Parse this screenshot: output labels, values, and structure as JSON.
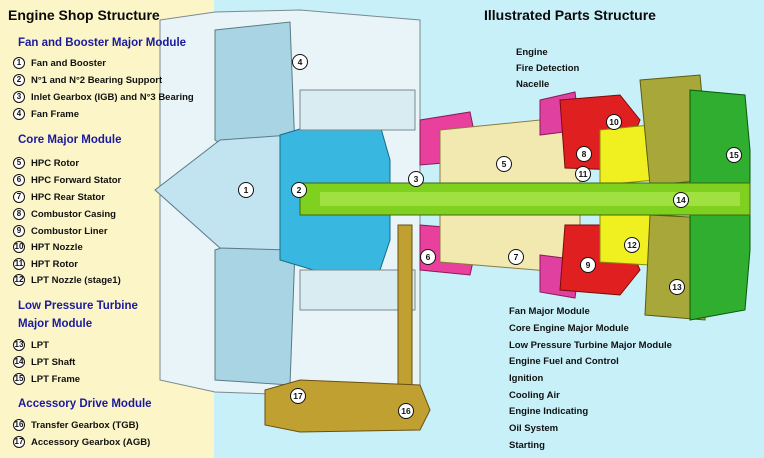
{
  "left": {
    "title": "Engine Shop Structure",
    "sections": [
      {
        "heading": "Fan and Booster Major Module",
        "items": [
          {
            "n": "1",
            "label": "Fan and Booster"
          },
          {
            "n": "2",
            "label": "N°1 and N°2 Bearing Support"
          },
          {
            "n": "3",
            "label": "Inlet Gearbox (IGB) and N°3 Bearing"
          },
          {
            "n": "4",
            "label": "Fan Frame"
          }
        ]
      },
      {
        "heading": "Core Major Module",
        "items": [
          {
            "n": "5",
            "label": "HPC Rotor"
          },
          {
            "n": "6",
            "label": "HPC Forward Stator"
          },
          {
            "n": "7",
            "label": "HPC Rear Stator"
          },
          {
            "n": "8",
            "label": "Combustor Casing"
          },
          {
            "n": "9",
            "label": "Combustor Liner"
          },
          {
            "n": "10",
            "label": "HPT Nozzle"
          },
          {
            "n": "11",
            "label": "HPT Rotor"
          },
          {
            "n": "12",
            "label": "LPT Nozzle (stage1)"
          }
        ]
      },
      {
        "heading_lines": [
          "Low Pressure Turbine",
          "Major Module"
        ],
        "items": [
          {
            "n": "13",
            "label": "LPT"
          },
          {
            "n": "14",
            "label": "LPT Shaft"
          },
          {
            "n": "15",
            "label": "LPT Frame"
          }
        ]
      },
      {
        "heading": "Accessory Drive Module",
        "items": [
          {
            "n": "16",
            "label": "Transfer Gearbox (TGB)"
          },
          {
            "n": "17",
            "label": "Accessory Gearbox (AGB)"
          }
        ]
      }
    ]
  },
  "right": {
    "title": "Illustrated Parts Structure",
    "top_labels": [
      "Engine",
      "Fire Detection",
      "Nacelle"
    ],
    "bottom_labels": [
      "Fan Major Module",
      "Core Engine Major Module",
      "Low Pressure Turbine Major Module",
      "Engine Fuel and Control",
      "Ignition",
      "Cooling Air",
      "Engine Indicating",
      "Oil System",
      "Starting"
    ]
  },
  "callouts": [
    "1",
    "2",
    "3",
    "4",
    "5",
    "6",
    "7",
    "8",
    "9",
    "10",
    "11",
    "12",
    "13",
    "14",
    "15",
    "16",
    "17"
  ],
  "colors": {
    "fan": "#bfe3ef",
    "booster": "#38b8e0",
    "hpc": "#f2e9b0",
    "hpc_stator": "#e8409c",
    "combustor": "#e02020",
    "hpt": "#f0f020",
    "lpt": "#a8a83a",
    "lpt_frame": "#2fae2f",
    "shaft": "#80d020",
    "gearbox": "#c0a030"
  }
}
